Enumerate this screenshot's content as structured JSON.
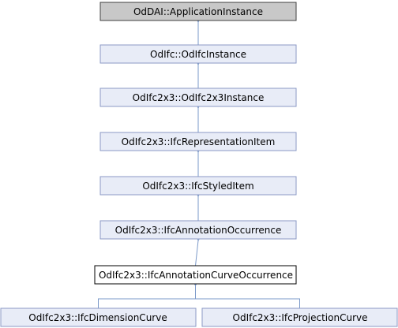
{
  "colors": {
    "node_fill": "#e8ecf7",
    "node_border": "#8b99c4",
    "root_fill": "#c8c8c8",
    "root_border": "#404040",
    "current_fill": "#ffffff",
    "current_border": "#000000",
    "edge": "#7a98c8"
  },
  "nodes": [
    {
      "id": "app",
      "label": "OdDAI::ApplicationInstance",
      "style": "root"
    },
    {
      "id": "ifc",
      "label": "OdIfc::OdIfcInstance",
      "style": "normal"
    },
    {
      "id": "ifc2x3",
      "label": "OdIfc2x3::OdIfc2x3Instance",
      "style": "normal"
    },
    {
      "id": "repitem",
      "label": "OdIfc2x3::IfcRepresentationItem",
      "style": "normal"
    },
    {
      "id": "styled",
      "label": "OdIfc2x3::IfcStyledItem",
      "style": "normal"
    },
    {
      "id": "annot",
      "label": "OdIfc2x3::IfcAnnotationOccurrence",
      "style": "normal"
    },
    {
      "id": "curveocc",
      "label": "OdIfc2x3::IfcAnnotationCurveOccurrence",
      "style": "current"
    },
    {
      "id": "dimcurve",
      "label": "OdIfc2x3::IfcDimensionCurve",
      "style": "normal"
    },
    {
      "id": "projcurve",
      "label": "OdIfc2x3::IfcProjectionCurve",
      "style": "normal"
    }
  ],
  "edges": [
    {
      "from": "ifc",
      "to": "app"
    },
    {
      "from": "ifc2x3",
      "to": "ifc"
    },
    {
      "from": "repitem",
      "to": "ifc2x3"
    },
    {
      "from": "styled",
      "to": "repitem"
    },
    {
      "from": "annot",
      "to": "styled"
    },
    {
      "from": "curveocc",
      "to": "annot"
    },
    {
      "from": "dimcurve",
      "to": "curveocc"
    },
    {
      "from": "projcurve",
      "to": "curveocc"
    }
  ]
}
